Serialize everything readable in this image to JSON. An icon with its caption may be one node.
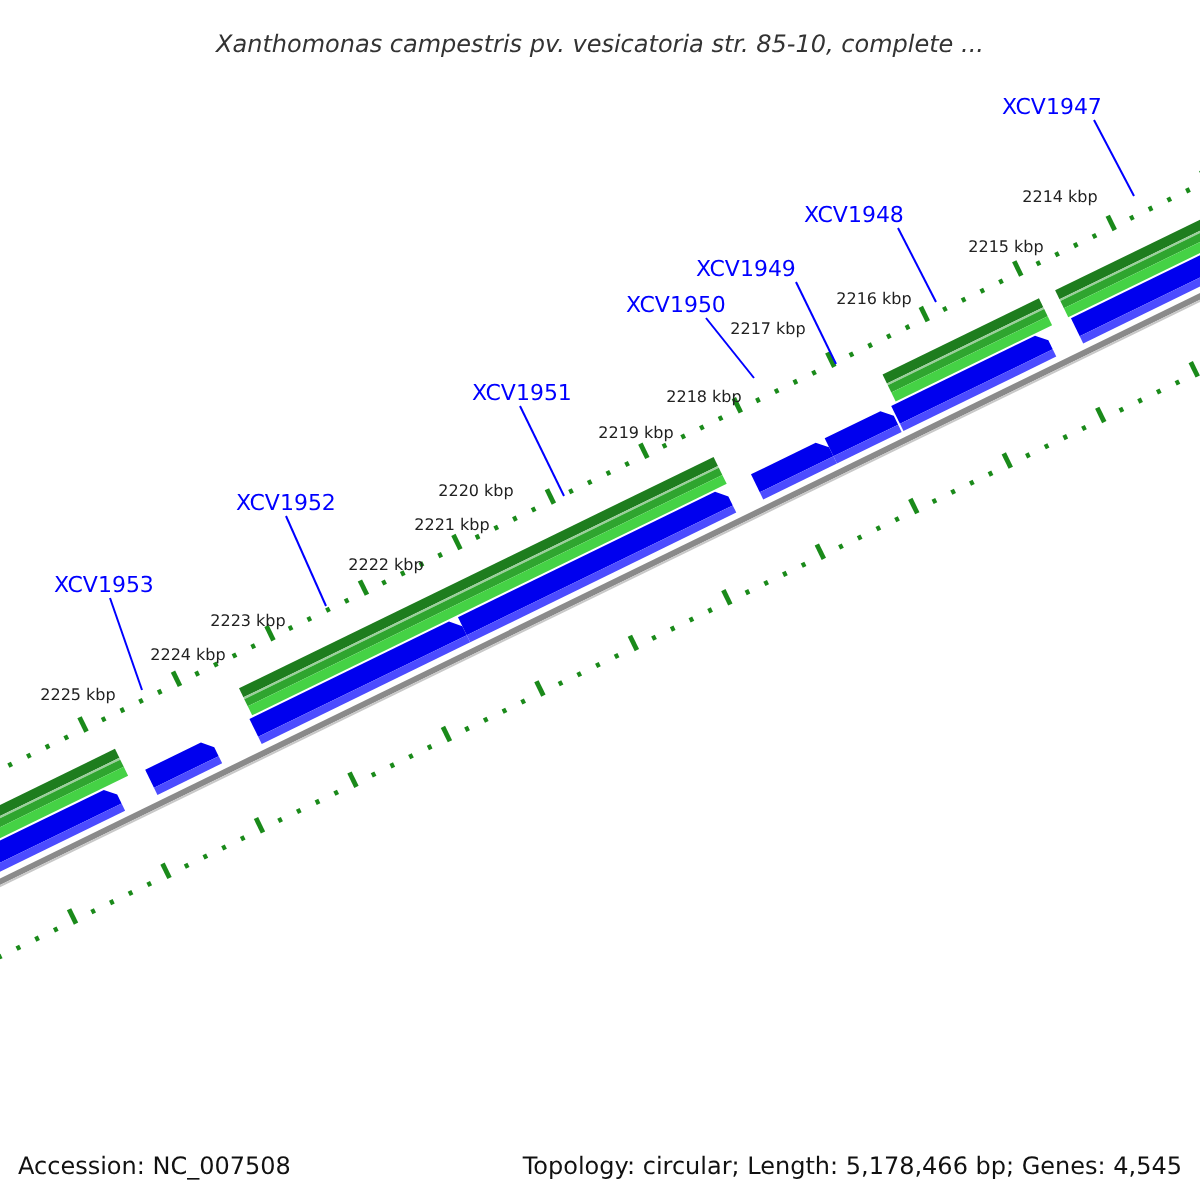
{
  "diagram": {
    "title": "Xanthomonas campestris pv. vesicatoria str. 85-10, complete ...",
    "nodes": [
      {
        "text": [
          "XCV1947"
        ]
      },
      {
        "text": [
          "XCV1948"
        ]
      },
      {
        "text": [
          "XCV1949"
        ]
      },
      {
        "text": [
          "XCV1950"
        ]
      },
      {
        "text": [
          "XCV1951"
        ]
      },
      {
        "text": [
          "XCV1952"
        ]
      },
      {
        "text": [
          "XCV1953"
        ]
      }
    ],
    "edges": [
      {
        "from": 0,
        "to": null,
        "arrow": "none"
      },
      {
        "from": 1,
        "to": null,
        "arrow": "none"
      },
      {
        "from": 2,
        "to": null,
        "arrow": "none"
      },
      {
        "from": 3,
        "to": null,
        "arrow": "none"
      },
      {
        "from": 4,
        "to": null,
        "arrow": "none"
      },
      {
        "from": 5,
        "to": null,
        "arrow": "none"
      },
      {
        "from": 6,
        "to": null,
        "arrow": "none"
      }
    ],
    "labels": [
      "2214 kbp",
      "2215 kbp",
      "2216 kbp",
      "2217 kbp",
      "2218 kbp",
      "2219 kbp",
      "2220 kbp",
      "2221 kbp",
      "2222 kbp",
      "2223 kbp",
      "2224 kbp",
      "2225 kbp",
      "Accession: NC_007508",
      "Topology: circular; Length: 5,178,466 bp; Genes: 4,545"
    ]
  }
}
